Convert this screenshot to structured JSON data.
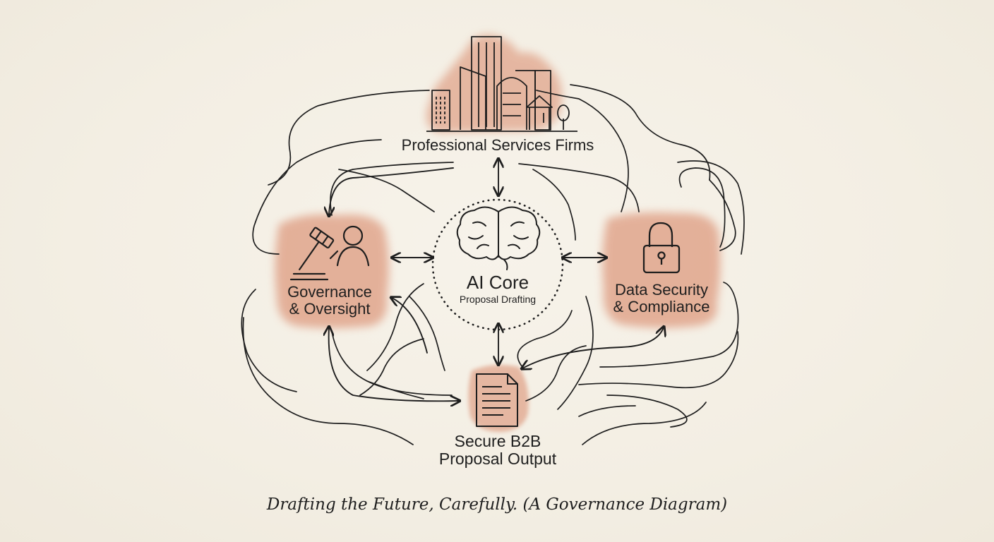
{
  "nodes": {
    "firms": {
      "label": "Professional Services Firms"
    },
    "governance": {
      "label_line1": "Governance",
      "label_line2": "& Oversight"
    },
    "security": {
      "label_line1": "Data Security",
      "label_line2": "& Compliance"
    },
    "output": {
      "label_line1": "Secure B2B",
      "label_line2": "Proposal Output"
    },
    "core": {
      "title": "AI Core",
      "subtitle": "Proposal Drafting"
    }
  },
  "caption": "Drafting the Future, Carefully. (A Governance Diagram)",
  "colors": {
    "paper": "#f4f0e6",
    "wash": "#d9896b",
    "ink": "#1e1e1e"
  },
  "icons": [
    "city-buildings-icon",
    "gavel-person-icon",
    "brain-icon",
    "padlock-icon",
    "document-icon"
  ]
}
